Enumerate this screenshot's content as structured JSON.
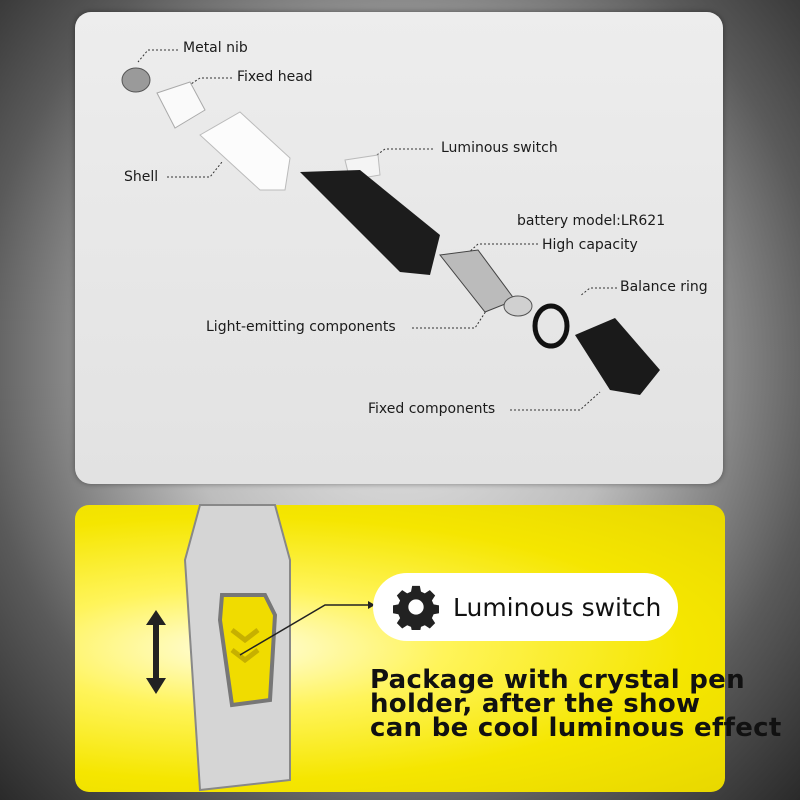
{
  "diagram": {
    "labels": {
      "metal_nib": "Metal nib",
      "fixed_head": "Fixed head",
      "shell": "Shell",
      "luminous_switch": "Luminous switch",
      "battery_model": "battery model:LR621",
      "high_capacity": "High capacity",
      "balance_ring": "Balance ring",
      "light_emitting": "Light-emitting components",
      "fixed_components": "Fixed components"
    }
  },
  "feature": {
    "icon": "gear-icon",
    "title": "Luminous switch",
    "description": [
      "Package with crystal pen",
      "holder, after the show",
      "can be cool luminous effect"
    ],
    "accent": "#f5e600"
  }
}
